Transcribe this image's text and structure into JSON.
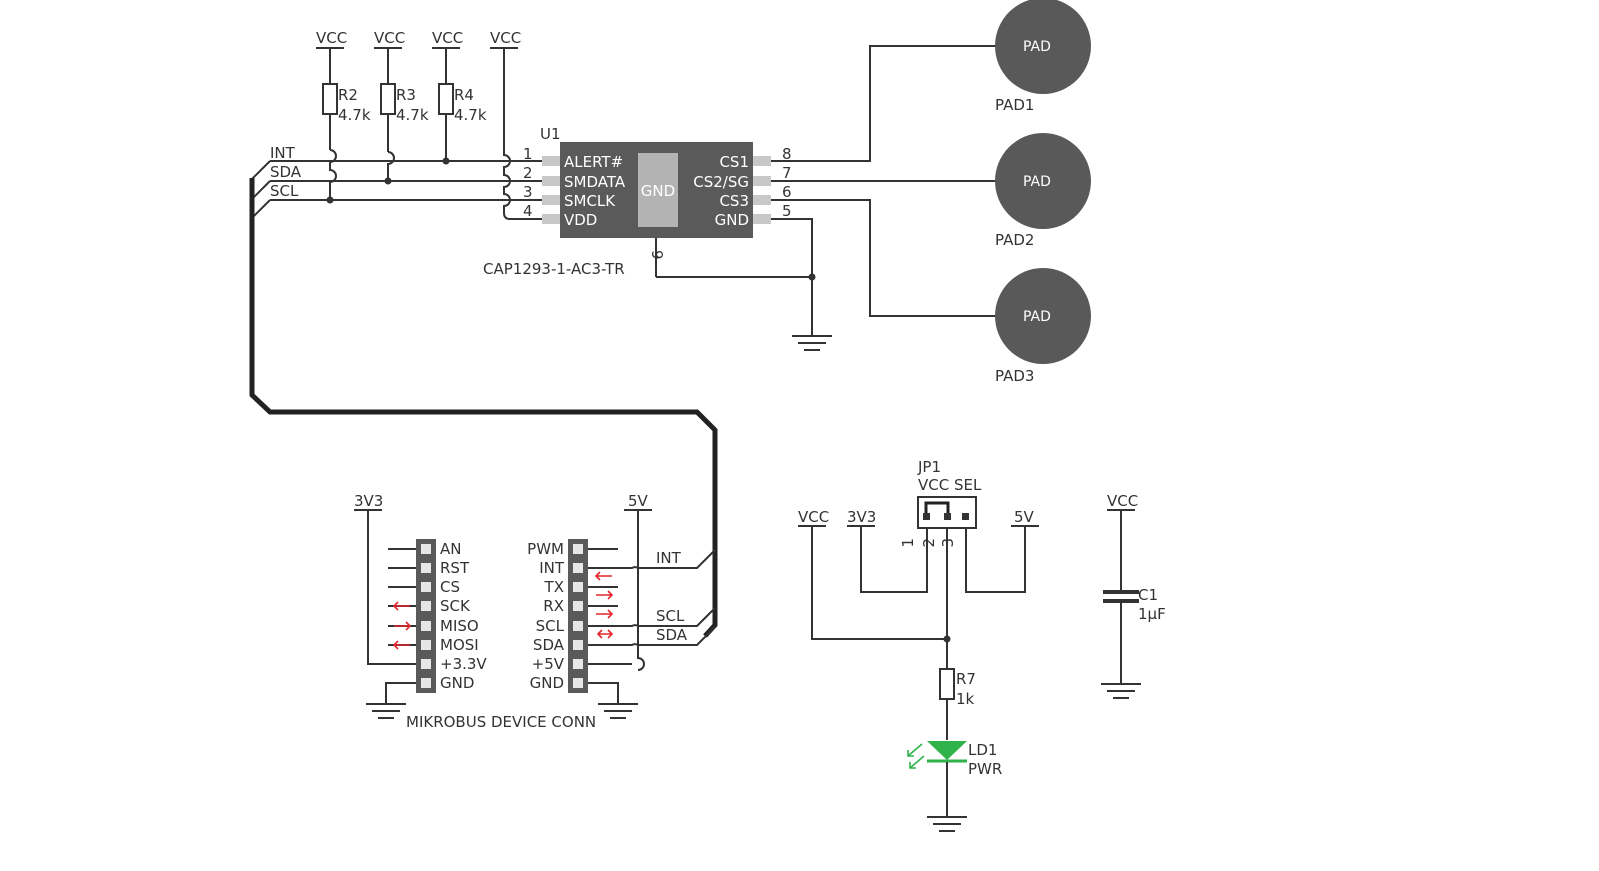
{
  "vcc_top_labels": [
    "VCC",
    "VCC",
    "VCC",
    "VCC"
  ],
  "resistors_top": [
    {
      "ref": "R2",
      "value": "4.7k"
    },
    {
      "ref": "R3",
      "value": "4.7k"
    },
    {
      "ref": "R4",
      "value": "4.7k"
    }
  ],
  "bus_labels": [
    "INT",
    "SDA",
    "SCL"
  ],
  "u1": {
    "ref": "U1",
    "part": "CAP1293-1-AC3-TR",
    "center": "GND",
    "left_pins": [
      {
        "num": "1",
        "name": "ALERT#"
      },
      {
        "num": "2",
        "name": "SMDATA"
      },
      {
        "num": "3",
        "name": "SMCLK"
      },
      {
        "num": "4",
        "name": "VDD"
      }
    ],
    "right_pins": [
      {
        "num": "8",
        "name": "CS1"
      },
      {
        "num": "7",
        "name": "CS2/SG"
      },
      {
        "num": "6",
        "name": "CS3"
      },
      {
        "num": "5",
        "name": "GND"
      }
    ],
    "bottom_pin": "9"
  },
  "pads": [
    {
      "text": "PAD",
      "label": "PAD1"
    },
    {
      "text": "PAD",
      "label": "PAD2"
    },
    {
      "text": "PAD",
      "label": "PAD3"
    }
  ],
  "mikrobus": {
    "left_power": "3V3",
    "right_power": "5V",
    "title": "MIKROBUS DEVICE CONN",
    "left_pins": [
      "AN",
      "RST",
      "CS",
      "SCK",
      "MISO",
      "MOSI",
      "+3.3V",
      "GND"
    ],
    "right_pins": [
      "PWM",
      "INT",
      "TX",
      "RX",
      "SCL",
      "SDA",
      "+5V",
      "GND"
    ],
    "net_labels": [
      "INT",
      "SCL",
      "SDA"
    ]
  },
  "jumper": {
    "ref": "JP1",
    "name": "VCC SEL",
    "pins": [
      "1",
      "2",
      "3"
    ],
    "vcc": "VCC",
    "v33": "3V3",
    "v5": "5V"
  },
  "r7": {
    "ref": "R7",
    "value": "1k"
  },
  "led": {
    "ref": "LD1",
    "value": "PWR",
    "color": "#2fb34a"
  },
  "c1": {
    "vcc": "VCC",
    "ref": "C1",
    "value": "1µF"
  },
  "colors": {
    "wire": "#333333",
    "chip": "#5a5a5a",
    "pad": "#595959",
    "arrow": "#e3262c"
  }
}
